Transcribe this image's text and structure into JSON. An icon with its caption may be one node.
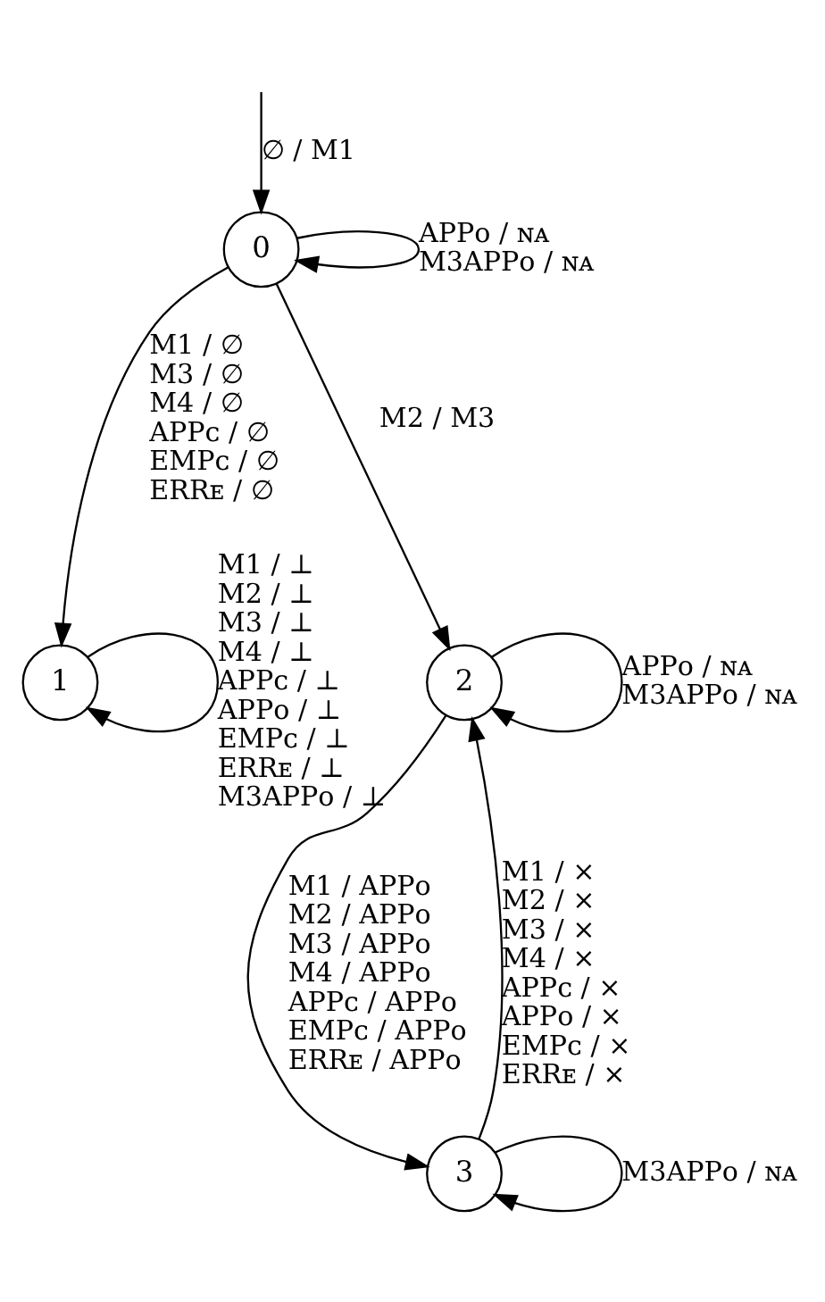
{
  "diagram": {
    "nodes": [
      {
        "text": [
          "0"
        ]
      },
      {
        "text": [
          "1"
        ]
      },
      {
        "text": [
          "2"
        ]
      },
      {
        "text": [
          "3"
        ]
      }
    ],
    "edges": [
      {
        "from": null,
        "to": 0,
        "arrow": "to",
        "label": "∅ / M1"
      },
      {
        "from": 0,
        "to": 0,
        "arrow": "to",
        "label": "APPᴏ / ɴᴀ M3APPᴏ / ɴᴀ"
      },
      {
        "from": 0,
        "to": 1,
        "arrow": "to",
        "label": "M1 / ∅ M3 / ∅ M4 / ∅ APPᴄ / ∅ EMPᴄ / ∅ ERRᴇ / ∅"
      },
      {
        "from": 0,
        "to": 2,
        "arrow": "to",
        "label": "M2 / M3"
      },
      {
        "from": 1,
        "to": 1,
        "arrow": "to",
        "label": "M1 / ⊥ M2 / ⊥ M3 / ⊥ M4 / ⊥ APPᴄ / ⊥ APPᴏ / ⊥ EMPᴄ / ⊥ ERRᴇ / ⊥ M3APPᴏ / ⊥"
      },
      {
        "from": 2,
        "to": 2,
        "arrow": "to",
        "label": "APPᴏ / ɴᴀ M3APPᴏ / ɴᴀ"
      },
      {
        "from": 2,
        "to": 3,
        "arrow": "to",
        "label": "M1 / APPᴏ M2 / APPᴏ M3 / APPᴏ M4 / APPᴏ APPᴄ / APPᴏ EMPᴄ / APPᴏ ERRᴇ / APPᴏ"
      },
      {
        "from": 3,
        "to": 2,
        "arrow": "to",
        "label": "M1 / × M2 / × M3 / × M4 / × APPᴄ / × APPᴏ / × EMPᴄ / × ERRᴇ / ×"
      },
      {
        "from": 3,
        "to": 3,
        "arrow": "to",
        "label": "M3APPᴏ / ɴᴀ"
      }
    ]
  }
}
